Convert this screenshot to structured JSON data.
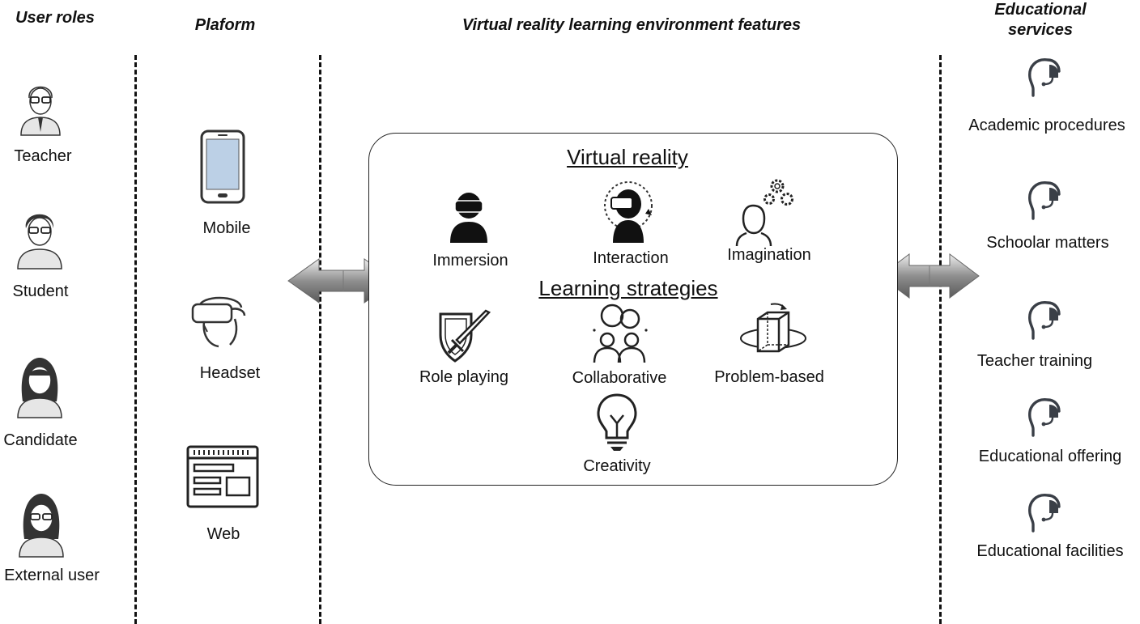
{
  "headers": {
    "user_roles": "User roles",
    "platform": "Plaform",
    "features": "Virtual reality learning environment features",
    "services_line1": "Educational",
    "services_line2": "services"
  },
  "user_roles": [
    {
      "label": "Teacher",
      "icon": "teacher-avatar"
    },
    {
      "label": "Student",
      "icon": "student-avatar"
    },
    {
      "label": "Candidate",
      "icon": "candidate-avatar"
    },
    {
      "label": "External user",
      "icon": "external-user-avatar"
    }
  ],
  "platforms": [
    {
      "label": "Mobile",
      "icon": "mobile-phone"
    },
    {
      "label": "Headset",
      "icon": "vr-headset"
    },
    {
      "label": "Web",
      "icon": "web-browser"
    }
  ],
  "virtual_reality": {
    "title": "Virtual reality",
    "items": [
      {
        "label": "Immersion",
        "icon": "vr-user"
      },
      {
        "label": "Interaction",
        "icon": "vr-interaction"
      },
      {
        "label": "Imagination",
        "icon": "head-gears"
      }
    ]
  },
  "learning_strategies": {
    "title": "Learning strategies",
    "items": [
      {
        "label": "Role playing",
        "icon": "shield-sword"
      },
      {
        "label": "Collaborative",
        "icon": "people-talking"
      },
      {
        "label": "Problem-based",
        "icon": "rotating-cube"
      },
      {
        "label": "Creativity",
        "icon": "lightbulb"
      }
    ]
  },
  "services": [
    {
      "label": "Academic procedures",
      "icon": "headset-support"
    },
    {
      "label": "Schoolar matters",
      "icon": "headset-support"
    },
    {
      "label": "Teacher training",
      "icon": "headset-support"
    },
    {
      "label": "Educational offering",
      "icon": "headset-support"
    },
    {
      "label": "Educational facilities",
      "icon": "headset-support"
    }
  ],
  "colors": {
    "ink": "#111111",
    "accent": "#3a3f47",
    "arrow": "#9a9a9a"
  }
}
